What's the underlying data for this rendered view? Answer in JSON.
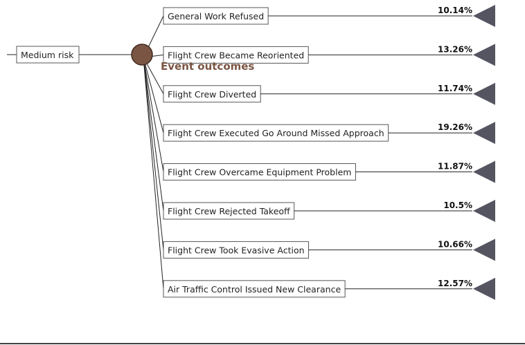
{
  "root": {
    "label": "Medium risk"
  },
  "group_title": "Event outcomes",
  "colors": {
    "chance_node": "#7a5543",
    "chance_node_stroke": "#3e2a20",
    "title": "#7a5543",
    "terminal": "#555562",
    "frame_line": "#000000"
  },
  "outcomes": [
    {
      "label": "General Work Refused",
      "percent": "10.14%"
    },
    {
      "label": "Flight Crew Became Reoriented",
      "percent": "13.26%"
    },
    {
      "label": "Flight Crew Diverted",
      "percent": "11.74%"
    },
    {
      "label": "Flight Crew Executed Go Around Missed Approach",
      "percent": "19.26%"
    },
    {
      "label": "Flight Crew Overcame Equipment Problem",
      "percent": "11.87%"
    },
    {
      "label": "Flight Crew Rejected Takeoff",
      "percent": "10.5%"
    },
    {
      "label": "Flight Crew Took Evasive Action",
      "percent": "10.66%"
    },
    {
      "label": "Air Traffic Control Issued New Clearance",
      "percent": "12.57%"
    }
  ]
}
